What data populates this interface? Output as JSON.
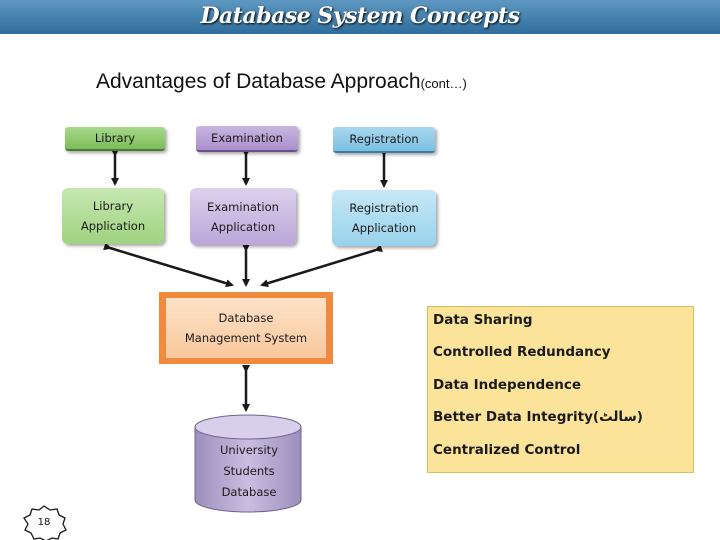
{
  "header": {
    "title": "Database System Concepts"
  },
  "slide": {
    "subtitle": "Advantages of Database Approach",
    "subtitle_suffix": "(cont…)",
    "page_number": "18"
  },
  "diagram": {
    "top_boxes": [
      "Library",
      "Examination",
      "Registration"
    ],
    "apps": [
      "Library\nApplication",
      "Examination\nApplication",
      "Registration\nApplication"
    ],
    "dbms": "Database\nManagement System",
    "database": "University\nStudents\nDatabase"
  },
  "benefits": [
    "Data Sharing",
    "Controlled Redundancy",
    "Data Independence",
    "Better Data Integrity(سالٹ)",
    "Centralized Control"
  ],
  "colors": {
    "header": "#3a78a8",
    "dbms_border": "#f08a3e",
    "panel": "#fbe49a"
  }
}
